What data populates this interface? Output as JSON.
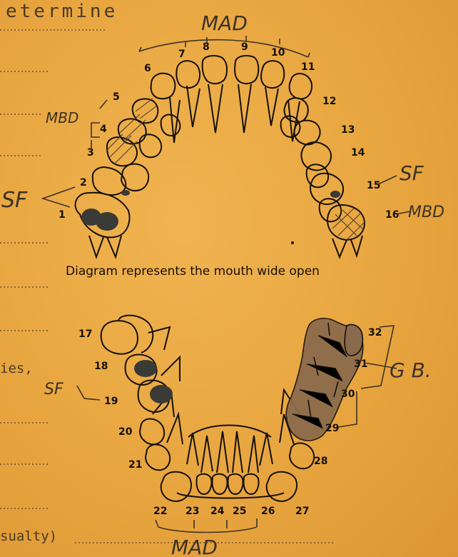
{
  "form": {
    "top_text": "etermine",
    "side_text_upper": "ies,",
    "side_text_lower": "sualty)"
  },
  "diagram": {
    "caption": "Diagram represents the mouth wide open",
    "upper_tooth_numbers": [
      "1",
      "2",
      "3",
      "4",
      "5",
      "6",
      "7",
      "8",
      "9",
      "10",
      "11",
      "12",
      "13",
      "14",
      "15",
      "16"
    ],
    "lower_tooth_numbers": [
      "17",
      "18",
      "19",
      "20",
      "21",
      "22",
      "23",
      "24",
      "25",
      "26",
      "27",
      "28",
      "29",
      "30",
      "31",
      "32"
    ],
    "annotations": {
      "upper_front": "MAD",
      "upper_left_mbd": "MBD",
      "upper_left_sf": "SF",
      "upper_right_sf": "SF",
      "upper_right_mbd": "MBD",
      "lower_left_sf": "SF",
      "lower_right_gb": "G B.",
      "lower_front": "MAD"
    }
  },
  "colors": {
    "paper": "#e8a640",
    "ink": "#151008",
    "pencil": "#3c3226",
    "filling": "#3a3a36",
    "crown": "#8a6a4c"
  }
}
